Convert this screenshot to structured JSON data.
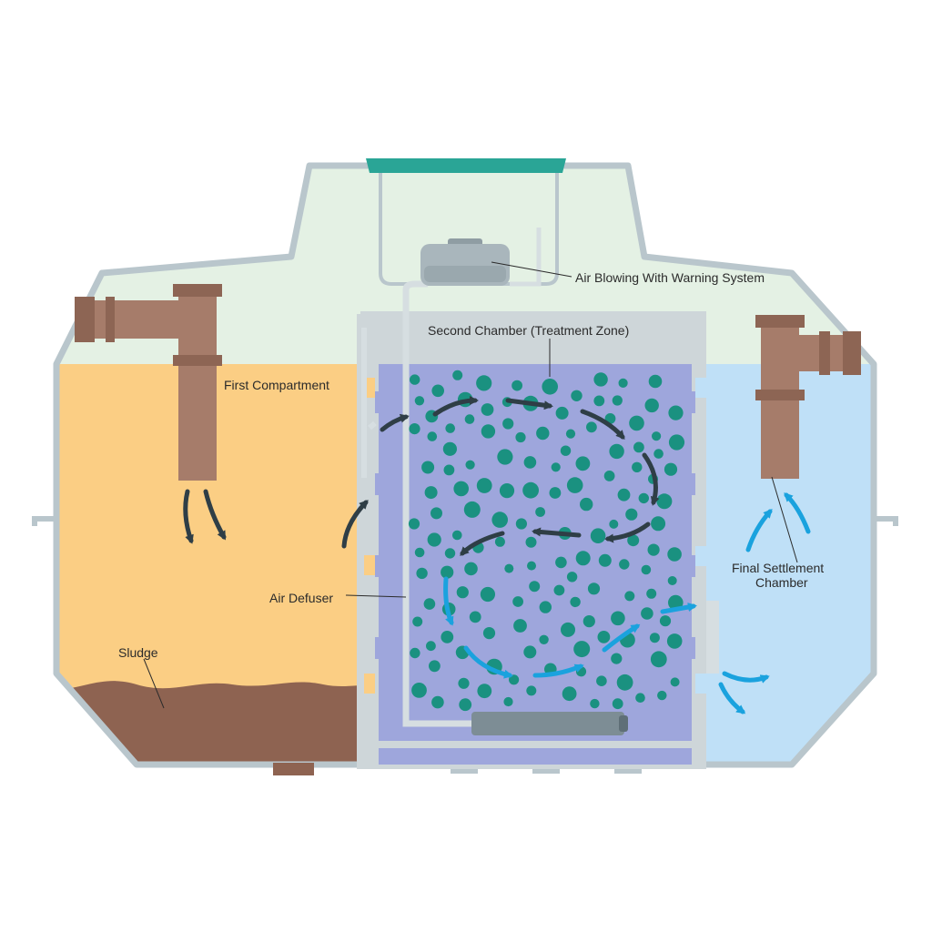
{
  "labels": {
    "air_blowing": "Air Blowing With Warning System",
    "second_chamber": "Second Chamber (Treatment Zone)",
    "first_compartment": "First Compartment",
    "air_defuser": "Air Defuser",
    "sludge": "Sludge",
    "final_settlement_line1": "Final Settlement",
    "final_settlement_line2": "Chamber"
  },
  "colors": {
    "tank_outline": "#b9c6cc",
    "headspace": "#e4f1e4",
    "first_compartment": "#fbce84",
    "sludge": "#8e6351",
    "treatment_zone": "#9ea6dc",
    "settlement_chamber": "#bfe0f7",
    "pipe": "#a67c6a",
    "pipe_dark": "#8d6554",
    "lid": "#2aa596",
    "bubbles": "#1a9180",
    "dark_arrow": "#2f3e46",
    "blue_arrow": "#1aa2de",
    "blower": "#a9b6bc",
    "diffuser": "#7d8d95"
  }
}
